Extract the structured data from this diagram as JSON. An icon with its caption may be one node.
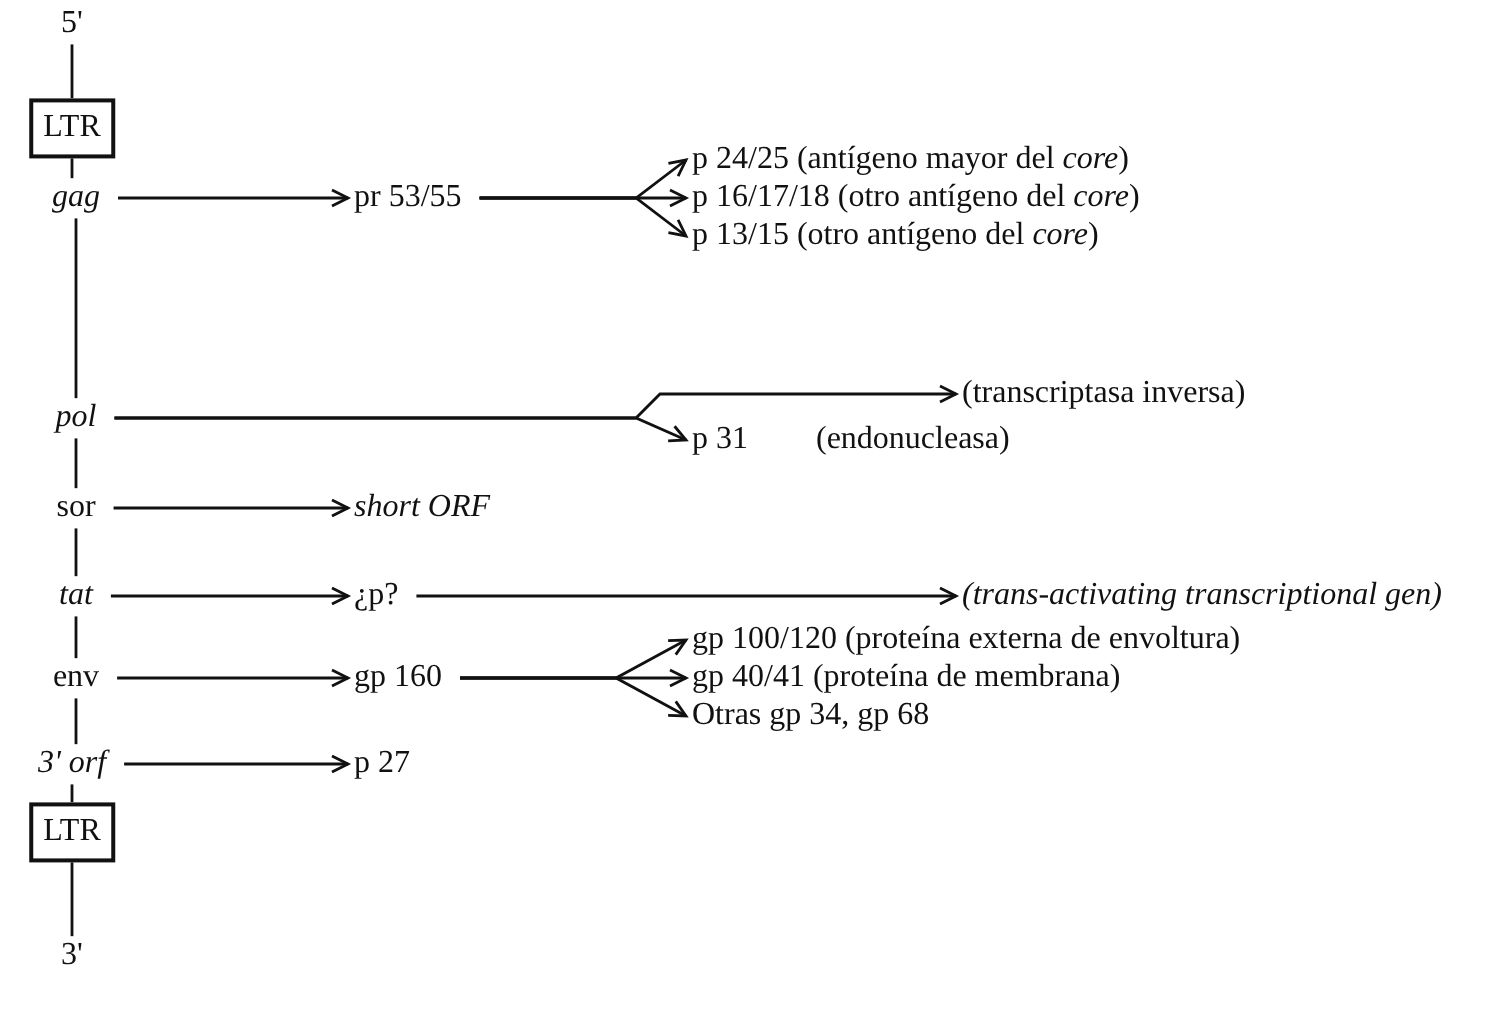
{
  "diagram": {
    "nodes": [
      {
        "text": [
          "5'"
        ]
      },
      {
        "text": [
          "LTR"
        ]
      },
      {
        "text": [
          "gag"
        ]
      },
      {
        "text": [
          "pr 53/55"
        ]
      },
      {
        "text": [
          "p 24/25 (antígeno mayor del *core*)"
        ]
      },
      {
        "text": [
          "p 16/17/18 (otro antígeno del *core*)"
        ]
      },
      {
        "text": [
          "p 13/15 (otro antígeno del *core*)"
        ]
      },
      {
        "text": [
          "pol"
        ]
      },
      {
        "text": [
          "(transcriptasa inversa)"
        ]
      },
      {
        "text": [
          "p 31",
          "(endonucleasa)"
        ]
      },
      {
        "text": [
          "sor"
        ]
      },
      {
        "text": [
          "short ORF"
        ]
      },
      {
        "text": [
          "tat"
        ]
      },
      {
        "text": [
          "¿p?"
        ]
      },
      {
        "text": [
          "(trans-activating transcriptional gen)"
        ]
      },
      {
        "text": [
          "env"
        ]
      },
      {
        "text": [
          "gp 160"
        ]
      },
      {
        "text": [
          "gp 100/120 (proteína externa de envoltura)"
        ]
      },
      {
        "text": [
          "gp 40/41 (proteína de membrana)"
        ]
      },
      {
        "text": [
          "Otras gp 34, gp 68"
        ]
      },
      {
        "text": [
          "3' orf"
        ]
      },
      {
        "text": [
          "p 27"
        ]
      },
      {
        "text": [
          "LTR"
        ]
      },
      {
        "text": [
          "3'"
        ]
      }
    ],
    "edges": [
      {
        "from": 0,
        "to": 1,
        "arrow": "none"
      },
      {
        "from": 1,
        "to": 2,
        "arrow": "none"
      },
      {
        "from": 2,
        "to": 7,
        "arrow": "none"
      },
      {
        "from": 7,
        "to": 10,
        "arrow": "none"
      },
      {
        "from": 10,
        "to": 12,
        "arrow": "none"
      },
      {
        "from": 12,
        "to": 15,
        "arrow": "none"
      },
      {
        "from": 15,
        "to": 20,
        "arrow": "none"
      },
      {
        "from": 20,
        "to": 22,
        "arrow": "none"
      },
      {
        "from": 22,
        "to": 23,
        "arrow": "none"
      },
      {
        "from": 2,
        "to": 3,
        "arrow": "to"
      },
      {
        "from": 3,
        "to": 4,
        "arrow": "to"
      },
      {
        "from": 3,
        "to": 5,
        "arrow": "to"
      },
      {
        "from": 3,
        "to": 6,
        "arrow": "to"
      },
      {
        "from": 7,
        "to": 8,
        "arrow": "to"
      },
      {
        "from": 7,
        "to": 9,
        "arrow": "to"
      },
      {
        "from": 10,
        "to": 11,
        "arrow": "to"
      },
      {
        "from": 12,
        "to": 13,
        "arrow": "to"
      },
      {
        "from": 13,
        "to": 14,
        "arrow": "to"
      },
      {
        "from": 15,
        "to": 16,
        "arrow": "to"
      },
      {
        "from": 16,
        "to": 17,
        "arrow": "to"
      },
      {
        "from": 16,
        "to": 18,
        "arrow": "to"
      },
      {
        "from": 16,
        "to": 19,
        "arrow": "to"
      },
      {
        "from": 20,
        "to": 21,
        "arrow": "to"
      }
    ]
  }
}
